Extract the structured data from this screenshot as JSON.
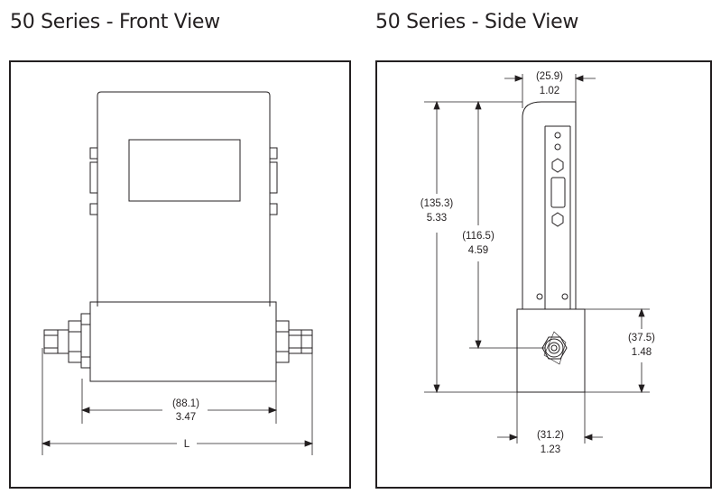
{
  "front_view": {
    "title": "50 Series - Front View",
    "dims": {
      "body_width_mm": "(88.1)",
      "body_width_in": "3.47",
      "overall_length": "L"
    }
  },
  "side_view": {
    "title": "50 Series - Side View",
    "dims": {
      "top_width_mm": "(25.9)",
      "top_width_in": "1.02",
      "total_height_mm": "(135.3)",
      "total_height_in": "5.33",
      "port_height_mm": "(116.5)",
      "port_height_in": "4.59",
      "base_height_mm": "(37.5)",
      "base_height_in": "1.48",
      "base_width_mm": "(31.2)",
      "base_width_in": "1.23"
    }
  },
  "colors": {
    "line": "#231f20",
    "frame": "#231f20",
    "background": "#ffffff"
  }
}
